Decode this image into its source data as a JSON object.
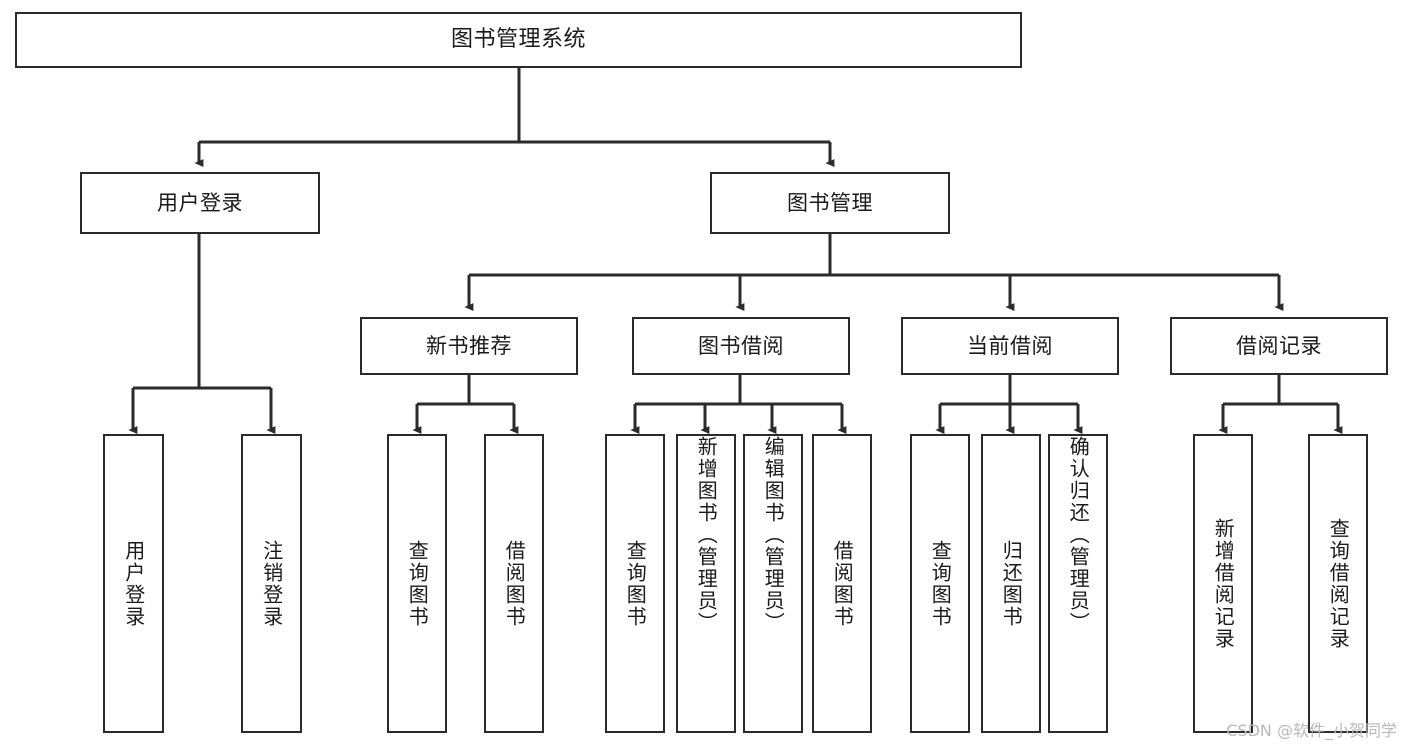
{
  "diagram": {
    "type": "tree-hierarchy",
    "title": "图书管理系统",
    "watermark": "CSDN @软件_小贺同学",
    "colors": {
      "box_border": "#2b2b2b",
      "box_fill": "#ffffff",
      "connector": "#2b2b2b",
      "text": "#1a1a1a",
      "watermark": "#b9b9b9",
      "background": "#ffffff"
    },
    "levels": {
      "level0": [
        "图书管理系统"
      ],
      "level1": [
        "用户登录",
        "图书管理"
      ],
      "level2": [
        "新书推荐",
        "图书借阅",
        "当前借阅",
        "借阅记录"
      ],
      "level3": [
        "用户登录",
        "注销登录",
        "查询图书",
        "借阅图书",
        "查询图书",
        "新增图书（管理员）",
        "编辑图书（管理员）",
        "借阅图书",
        "查询图书",
        "归还图书",
        "确认归还（管理员）",
        "新增借阅记录",
        "查询借阅记录"
      ]
    },
    "nodes": {
      "root": {
        "label": "图书管理系统"
      },
      "user_login": {
        "label": "用户登录"
      },
      "book_manage": {
        "label": "图书管理"
      },
      "new_book_rec": {
        "label": "新书推荐"
      },
      "book_borrow": {
        "label": "图书借阅"
      },
      "current_borrow": {
        "label": "当前借阅"
      },
      "borrow_record": {
        "label": "借阅记录"
      },
      "leaf_user_login": {
        "label": "用户登录"
      },
      "leaf_logout": {
        "label": "注销登录"
      },
      "leaf_query_book_a": {
        "label": "查询图书"
      },
      "leaf_borrow_book_a": {
        "label": "借阅图书"
      },
      "leaf_query_book_b": {
        "label": "查询图书"
      },
      "leaf_add_book": {
        "label": "新增图书（管理员）"
      },
      "leaf_edit_book": {
        "label": "编辑图书（管理员）"
      },
      "leaf_borrow_book_b": {
        "label": "借阅图书"
      },
      "leaf_query_book_c": {
        "label": "查询图书"
      },
      "leaf_return_book": {
        "label": "归还图书"
      },
      "leaf_confirm_return": {
        "label": "确认归还（管理员）"
      },
      "leaf_add_record": {
        "label": "新增借阅记录"
      },
      "leaf_query_record": {
        "label": "查询借阅记录"
      }
    },
    "edges": [
      {
        "from": "root",
        "to": "user_login"
      },
      {
        "from": "root",
        "to": "book_manage"
      },
      {
        "from": "user_login",
        "to": "leaf_user_login"
      },
      {
        "from": "user_login",
        "to": "leaf_logout"
      },
      {
        "from": "book_manage",
        "to": "new_book_rec"
      },
      {
        "from": "book_manage",
        "to": "book_borrow"
      },
      {
        "from": "book_manage",
        "to": "current_borrow"
      },
      {
        "from": "book_manage",
        "to": "borrow_record"
      },
      {
        "from": "new_book_rec",
        "to": "leaf_query_book_a"
      },
      {
        "from": "new_book_rec",
        "to": "leaf_borrow_book_a"
      },
      {
        "from": "book_borrow",
        "to": "leaf_query_book_b"
      },
      {
        "from": "book_borrow",
        "to": "leaf_add_book"
      },
      {
        "from": "book_borrow",
        "to": "leaf_edit_book"
      },
      {
        "from": "book_borrow",
        "to": "leaf_borrow_book_b"
      },
      {
        "from": "current_borrow",
        "to": "leaf_query_book_c"
      },
      {
        "from": "current_borrow",
        "to": "leaf_return_book"
      },
      {
        "from": "current_borrow",
        "to": "leaf_confirm_return"
      },
      {
        "from": "borrow_record",
        "to": "leaf_add_record"
      },
      {
        "from": "borrow_record",
        "to": "leaf_query_record"
      }
    ]
  }
}
